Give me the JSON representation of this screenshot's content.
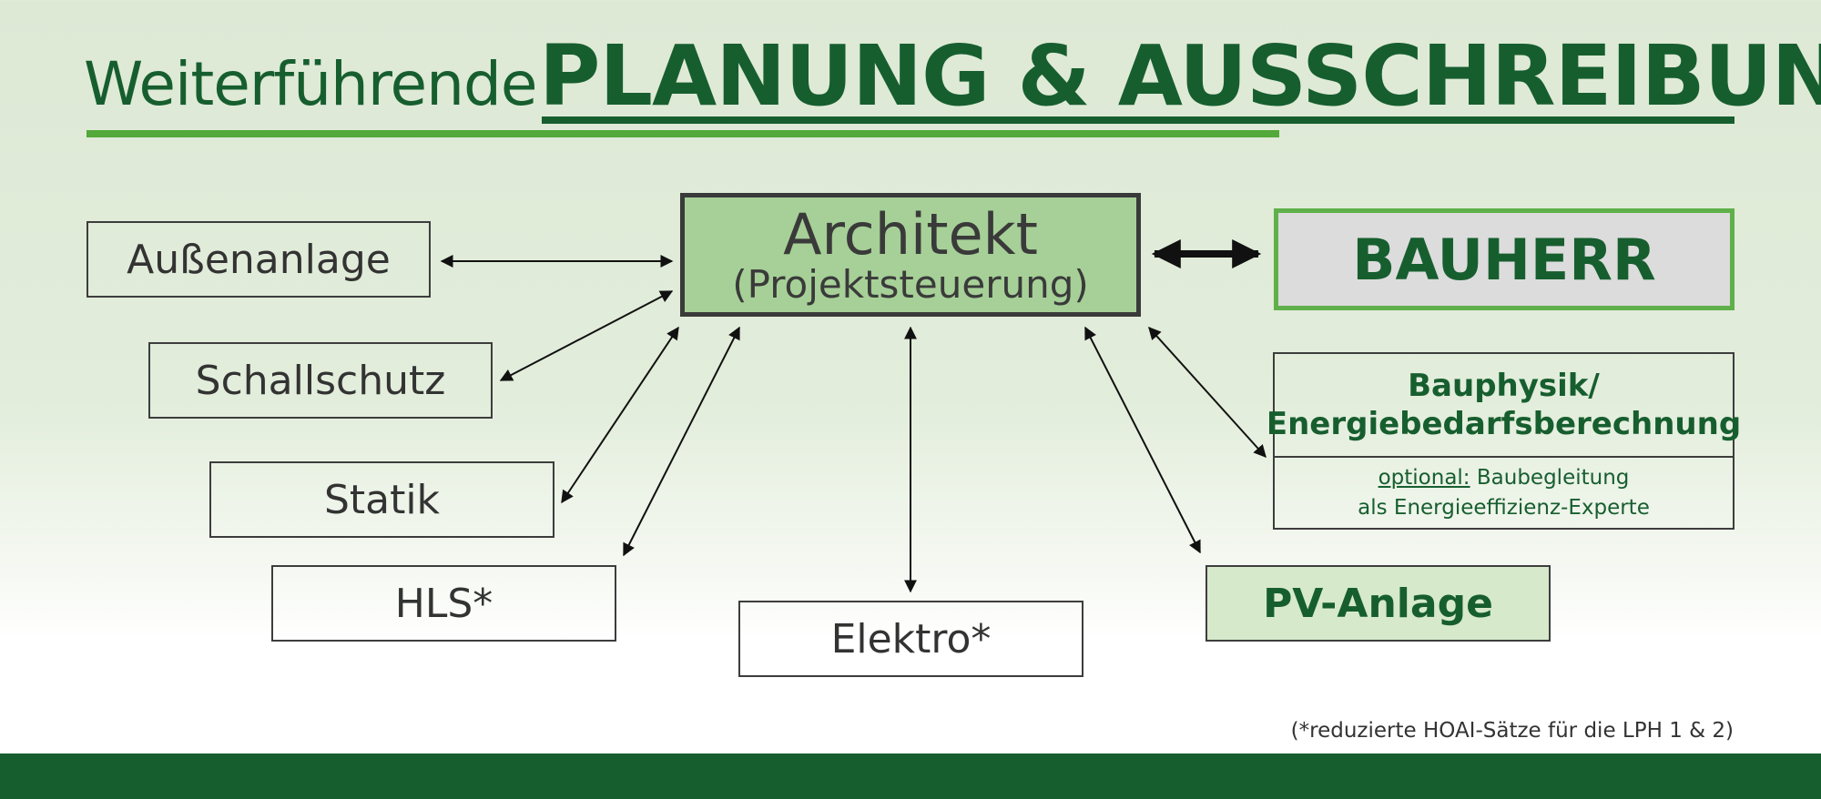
{
  "title": {
    "light": "Weiterführende",
    "bold": "PLANUNG & AUSSCHREIBUNG"
  },
  "center": {
    "name": "Architekt",
    "role": "(Projektsteuerung)"
  },
  "client": "BAUHERR",
  "left_boxes": [
    "Außenanlage",
    "Schallschutz",
    "Statik",
    "HLS*"
  ],
  "bottom_box": "Elektro*",
  "bauphysik": {
    "line1": "Bauphysik/",
    "line2": "Energiebedarfsberechnung",
    "optional_label": "optional:",
    "optional_text": "Baubegleitung",
    "optional_text2": "als Energieeffizienz-Experte"
  },
  "pv": "PV-Anlage",
  "footnote": "(*reduzierte HOAI-Sätze für die LPH 1 & 2)",
  "colors": {
    "dark_green": "#175e2f",
    "light_green": "#53a93a",
    "architekt_fill": "#a6d097",
    "bauherr_fill": "#dcdcdc",
    "pv_fill": "#d6e9cb"
  }
}
